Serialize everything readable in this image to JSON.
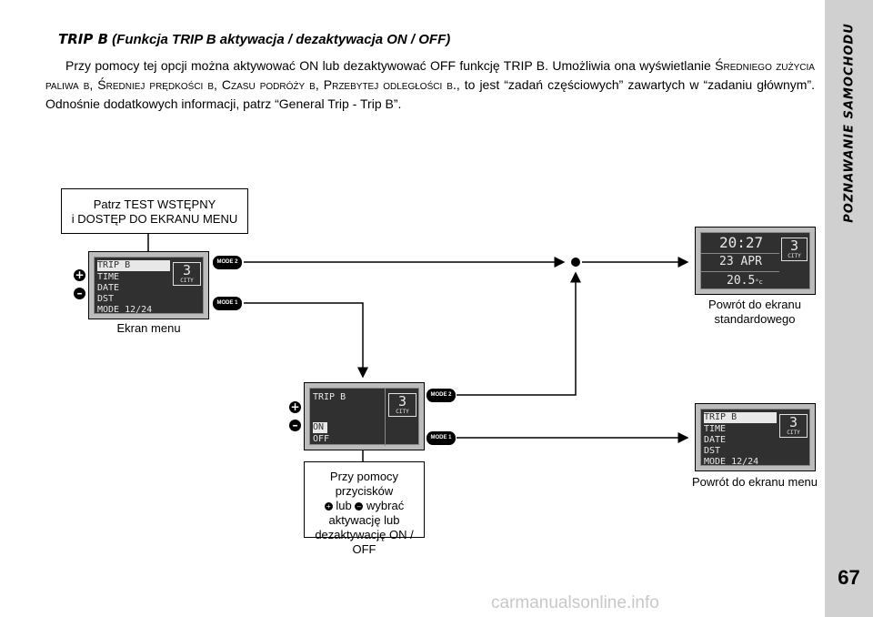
{
  "sidebar": {
    "section_title": "POZNAWANIE SAMOCHODU",
    "page_number": "67"
  },
  "heading": {
    "strong": "TRIP B",
    "rest": " (Funkcja TRIP B aktywacja / dezaktywacja ON / OFF)"
  },
  "paragraph": {
    "p1": "Przy pomocy tej opcji można aktywować ON lub dezaktywować OFF funkcję TRIP B. Umożliwia ona wyświetlanie ",
    "sc1": "Średniego zużycia paliwa b",
    "p2": ", ",
    "sc2": "Średniej prędkości b",
    "p3": ", ",
    "sc3": "Czasu podróży b",
    "p4": ", ",
    "sc4": "Przebytej odległości b",
    "p5": "., to jest “zadań częściowych” zawartych w “zadaniu głównym”. Odnośnie dodatkowych informacji, patrz “General Trip - Trip B”."
  },
  "top_note": {
    "line1": "Patrz TEST WSTĘPNY",
    "line2": "i DOSTĘP DO EKRANU MENU"
  },
  "menu_screen": {
    "items": [
      "TRIP B",
      "TIME",
      "DATE",
      "DST",
      "MODE 12/24"
    ],
    "badge_number": "3",
    "badge_label": "CITY",
    "caption": "Ekran menu"
  },
  "tripb_screen": {
    "title": "TRIP B",
    "options": [
      "ON",
      "OFF"
    ],
    "badge_number": "3",
    "badge_label": "CITY"
  },
  "standard_screen": {
    "time": "20:27",
    "date": "23 APR",
    "temp": "20.5",
    "temp_unit": "°c",
    "badge_number": "3",
    "badge_label": "CITY",
    "caption_line1": "Powrót do ekranu",
    "caption_line2": "standardowego"
  },
  "return_menu_screen": {
    "items": [
      "TRIP B",
      "TIME",
      "DATE",
      "DST",
      "MODE 12/24"
    ],
    "badge_number": "3",
    "badge_label": "CITY",
    "caption": "Powrót do ekranu menu"
  },
  "buttons": {
    "mode2": "MODE 2",
    "mode1": "MODE 1",
    "plus": "+",
    "minus": "–"
  },
  "bottom_note": {
    "line1": "Przy pomocy przycisków",
    "lub": "lub",
    "wybrac": "wybrać",
    "line3": "aktywację lub",
    "line4": "dezaktywację ON / OFF"
  },
  "watermark": "carmanualsonline.info"
}
